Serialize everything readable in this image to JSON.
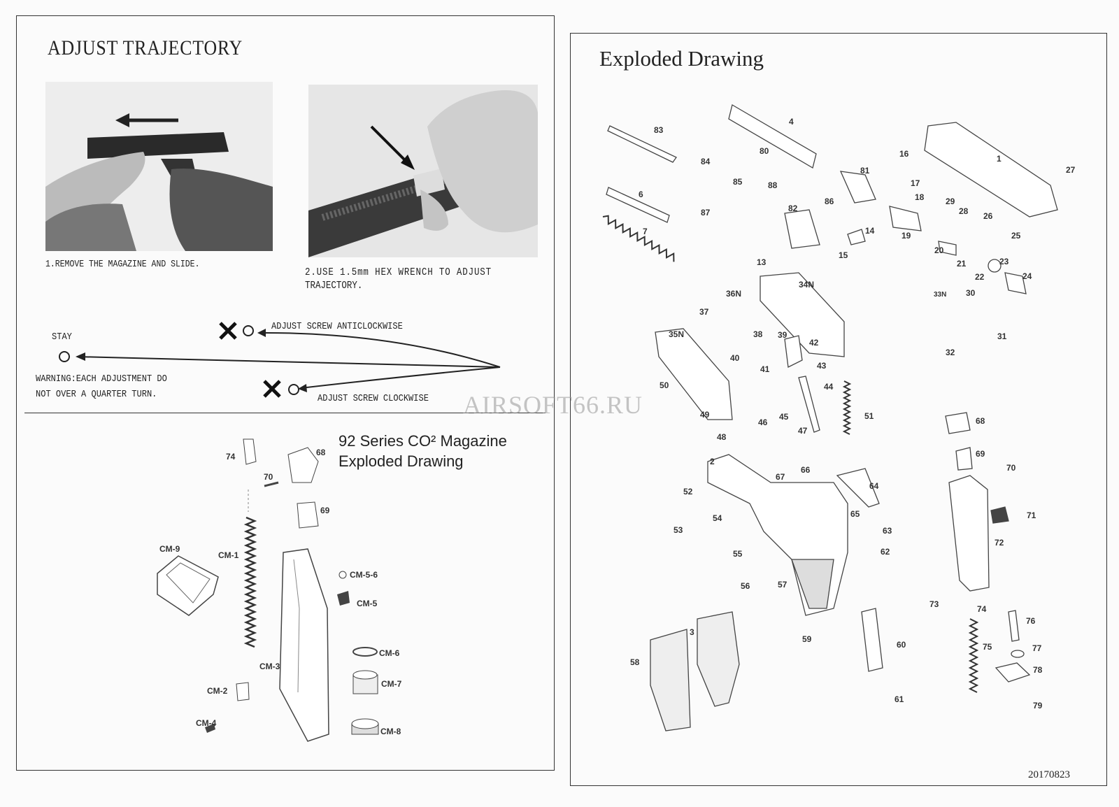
{
  "left_page": {
    "adjust_title": "ADJUST TRAJECTORY",
    "step1": "1.REMOVE THE MAGAZINE AND SLIDE.",
    "step2_line1": "2.USE 1.5mm HEX WRENCH TO ADJUST",
    "step2_line2": "TRAJECTORY.",
    "stay": "STAY",
    "anticlockwise": "ADJUST SCREW ANTICLOCKWISE",
    "clockwise": "ADJUST SCREW CLOCKWISE",
    "warning_line1": "WARNING:EACH ADJUSTMENT DO",
    "warning_line2": "NOT OVER A QUARTER TURN.",
    "mag_title_line1": "92 Series CO² Magazine",
    "mag_title_line2": "Exploded Drawing",
    "mag_labels": [
      "74",
      "68",
      "70",
      "69",
      "CM-9",
      "CM-1",
      "CM-5-6",
      "CM-5",
      "CM-3",
      "CM-6",
      "CM-7",
      "CM-2",
      "CM-4",
      "CM-8"
    ]
  },
  "right_page": {
    "title": "Exploded Drawing",
    "watermark": "AIRSOFT66.RU",
    "code": "20170823",
    "part_labels": [
      "83",
      "4",
      "80",
      "84",
      "85",
      "88",
      "81",
      "87",
      "86",
      "82",
      "6",
      "7",
      "13",
      "15",
      "14",
      "1",
      "16",
      "27",
      "17",
      "18",
      "29",
      "28",
      "26",
      "25",
      "19",
      "20",
      "21",
      "22",
      "23",
      "24",
      "33N",
      "30",
      "31",
      "32",
      "34N",
      "36N",
      "37",
      "35N",
      "38",
      "39",
      "42",
      "40",
      "43",
      "41",
      "44",
      "50",
      "45",
      "46",
      "47",
      "49",
      "48",
      "51",
      "2",
      "67",
      "66",
      "64",
      "52",
      "54",
      "65",
      "63",
      "53",
      "55",
      "62",
      "56",
      "57",
      "3",
      "58",
      "59",
      "60",
      "61",
      "68",
      "69",
      "70",
      "71",
      "72",
      "73",
      "74",
      "76",
      "75",
      "77",
      "78",
      "79"
    ]
  }
}
